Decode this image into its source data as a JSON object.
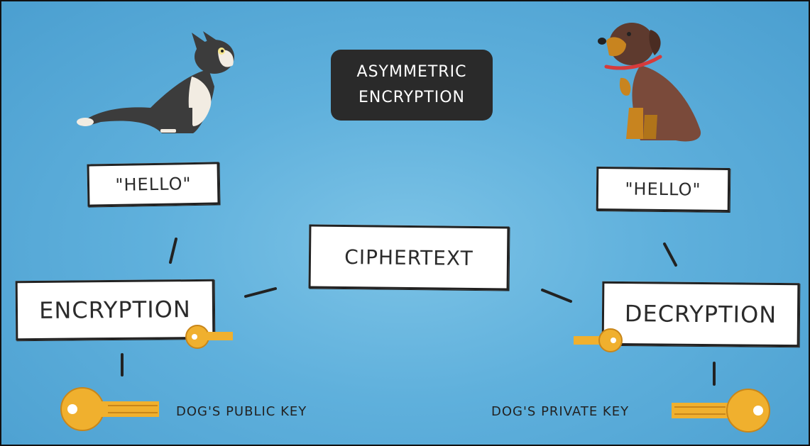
{
  "title": {
    "line1": "ASYMMETRIC",
    "line2": "ENCRYPTION"
  },
  "left": {
    "message": "\"HELLO\"",
    "process": "ENCRYPTION",
    "key_caption": "DOG'S PUBLIC KEY"
  },
  "center": {
    "ciphertext": "CIPHERTEXT"
  },
  "right": {
    "message": "\"HELLO\"",
    "process": "DECRYPTION",
    "key_caption": "DOG'S PRIVATE KEY"
  },
  "colors": {
    "background": "#5fb0dc",
    "key": "#f0b02e",
    "dog": "#7a4a3a",
    "cat": "#3c3c3c"
  }
}
